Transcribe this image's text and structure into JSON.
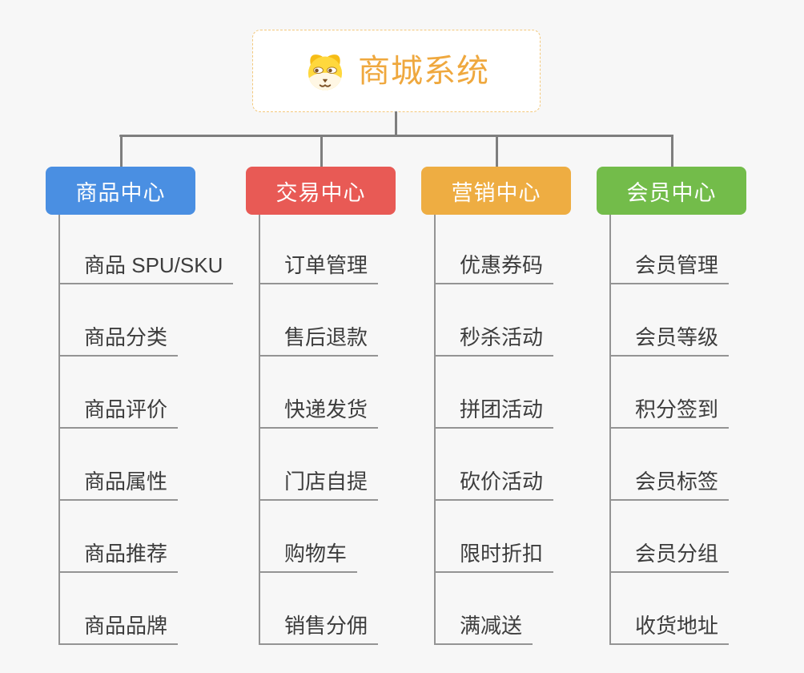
{
  "root": {
    "title": "商城系统",
    "icon": "dog-face-icon"
  },
  "colors": {
    "background": "#f7f7f7",
    "connector": "#7e7e7e",
    "leaf_line": "#949494",
    "root_text": "#efa83e",
    "root_border": "#f3c87c",
    "branch_blue": "#4a8fe2",
    "branch_red": "#e85a55",
    "branch_orange": "#eead42",
    "branch_green": "#73bc4a"
  },
  "branches": [
    {
      "label": "商品中心",
      "color": "#4a8fe2",
      "items": [
        "商品 SPU/SKU",
        "商品分类",
        "商品评价",
        "商品属性",
        "商品推荐",
        "商品品牌"
      ]
    },
    {
      "label": "交易中心",
      "color": "#e85a55",
      "items": [
        "订单管理",
        "售后退款",
        "快递发货",
        "门店自提",
        "购物车",
        "销售分佣"
      ]
    },
    {
      "label": "营销中心",
      "color": "#eead42",
      "items": [
        "优惠券码",
        "秒杀活动",
        "拼团活动",
        "砍价活动",
        "限时折扣",
        "满减送"
      ]
    },
    {
      "label": "会员中心",
      "color": "#73bc4a",
      "items": [
        "会员管理",
        "会员等级",
        "积分签到",
        "会员标签",
        "会员分组",
        "收货地址"
      ]
    }
  ]
}
